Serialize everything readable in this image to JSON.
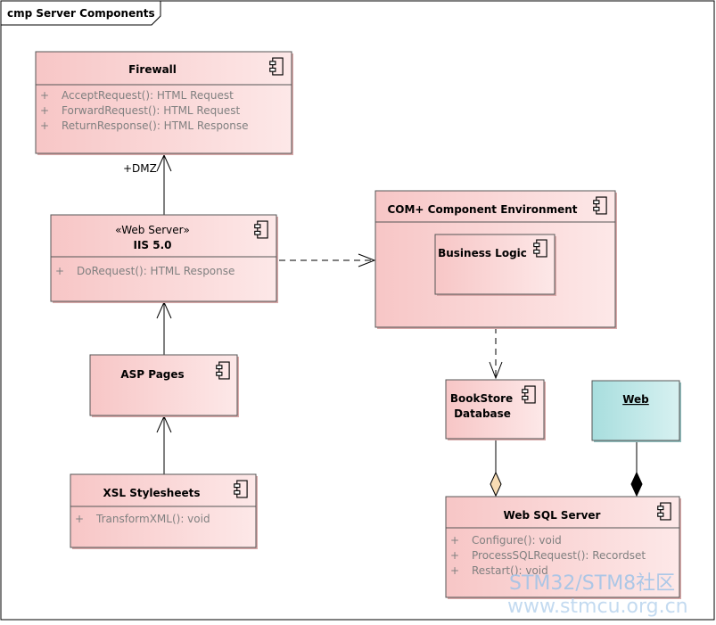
{
  "frame": {
    "title": "cmp Server Components"
  },
  "components": {
    "firewall": {
      "name": "Firewall",
      "operations": [
        {
          "vis": "+",
          "text": "AcceptRequest(): HTML Request"
        },
        {
          "vis": "+",
          "text": "ForwardRequest(): HTML Request"
        },
        {
          "vis": "+",
          "text": "ReturnResponse(): HTML Response"
        }
      ]
    },
    "iis": {
      "stereotype": "«Web Server»",
      "name": "IIS 5.0",
      "operations": [
        {
          "vis": "+",
          "text": "DoRequest(): HTML Response"
        }
      ]
    },
    "asp": {
      "name": "ASP Pages"
    },
    "xsl": {
      "name": "XSL Stylesheets",
      "operations": [
        {
          "vis": "+",
          "text": "TransformXML(): void"
        }
      ]
    },
    "com": {
      "name": "COM+ Component Environment"
    },
    "business": {
      "name": "Business Logic"
    },
    "bookstore": {
      "name_line1": "BookStore",
      "name_line2": "Database"
    },
    "web": {
      "name": "Web"
    },
    "websql": {
      "name": "Web SQL Server",
      "operations": [
        {
          "vis": "+",
          "text": "Configure(): void"
        },
        {
          "vis": "+",
          "text": "ProcessSQLRequest(): Recordset"
        },
        {
          "vis": "+",
          "text": "Restart(): void"
        }
      ]
    }
  },
  "connectors": {
    "dmz_label": "+DMZ"
  },
  "watermark": {
    "line1": "STM32/STM8社区",
    "line2": "www.stmcu.org.cn"
  },
  "colors": {
    "component_fill": "#f8d0d0",
    "node_fill": "#b2e3e3",
    "border": "#555555"
  }
}
